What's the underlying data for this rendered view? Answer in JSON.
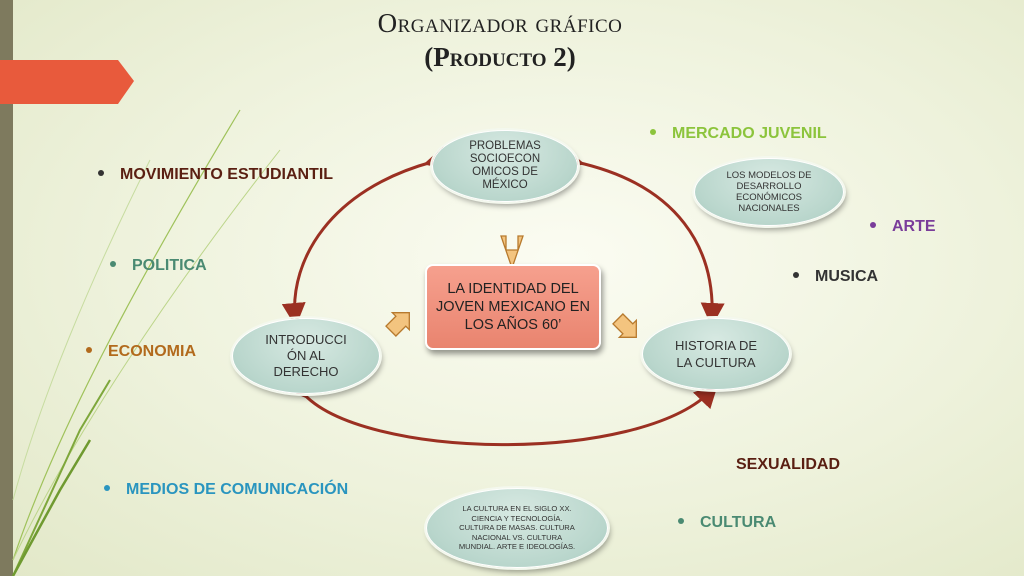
{
  "title": {
    "line1": "Organizador gráfico",
    "line2": "(Producto 2)"
  },
  "center": {
    "text": "LA IDENTIDAD DEL JOVEN MEXICANO EN LOS AÑOS 60’"
  },
  "nodes": {
    "problemas": "PROBLEMAS SOCIOECON OMICOS DE MÉXICO",
    "derecho": "INTRODUCCI ÓN AL DERECHO",
    "historia": "HISTORIA DE LA CULTURA",
    "modelos": "LOS MODELOS DE DESARROLLO ECONÓMICOS NACIONALES",
    "cultura_siglo": "LA CULTURA EN EL SIGLO XX. CIENCIA Y TECNOLOGÍA. CULTURA DE MASAS. CULTURA NACIONAL VS. CULTURA MUNDIAL. ARTE E IDEOLOGÍAS."
  },
  "bullets": {
    "movimiento": "MOVIMIENTO ESTUDIANTIL",
    "politica": "POLITICA",
    "economia": "ECONOMIA",
    "medios": "MEDIOS DE COMUNICACIÓN",
    "mercado": "MERCADO JUVENIL",
    "arte": "ARTE",
    "musica": "MUSICA",
    "sexualidad": "SEXUALIDAD",
    "cultura": "CULTURA"
  },
  "colors": {
    "movimiento": "#5a1f12",
    "politica": "#4a8a72",
    "economia": "#b26a1c",
    "medios": "#2a95bf",
    "mercado": "#8cc43c",
    "arte": "#7a3c9a",
    "musica": "#333333",
    "sexualidad": "#5a1f12",
    "cultura": "#4a8a72",
    "connector": "#9b3022",
    "center_fill": "#ec8c76"
  }
}
